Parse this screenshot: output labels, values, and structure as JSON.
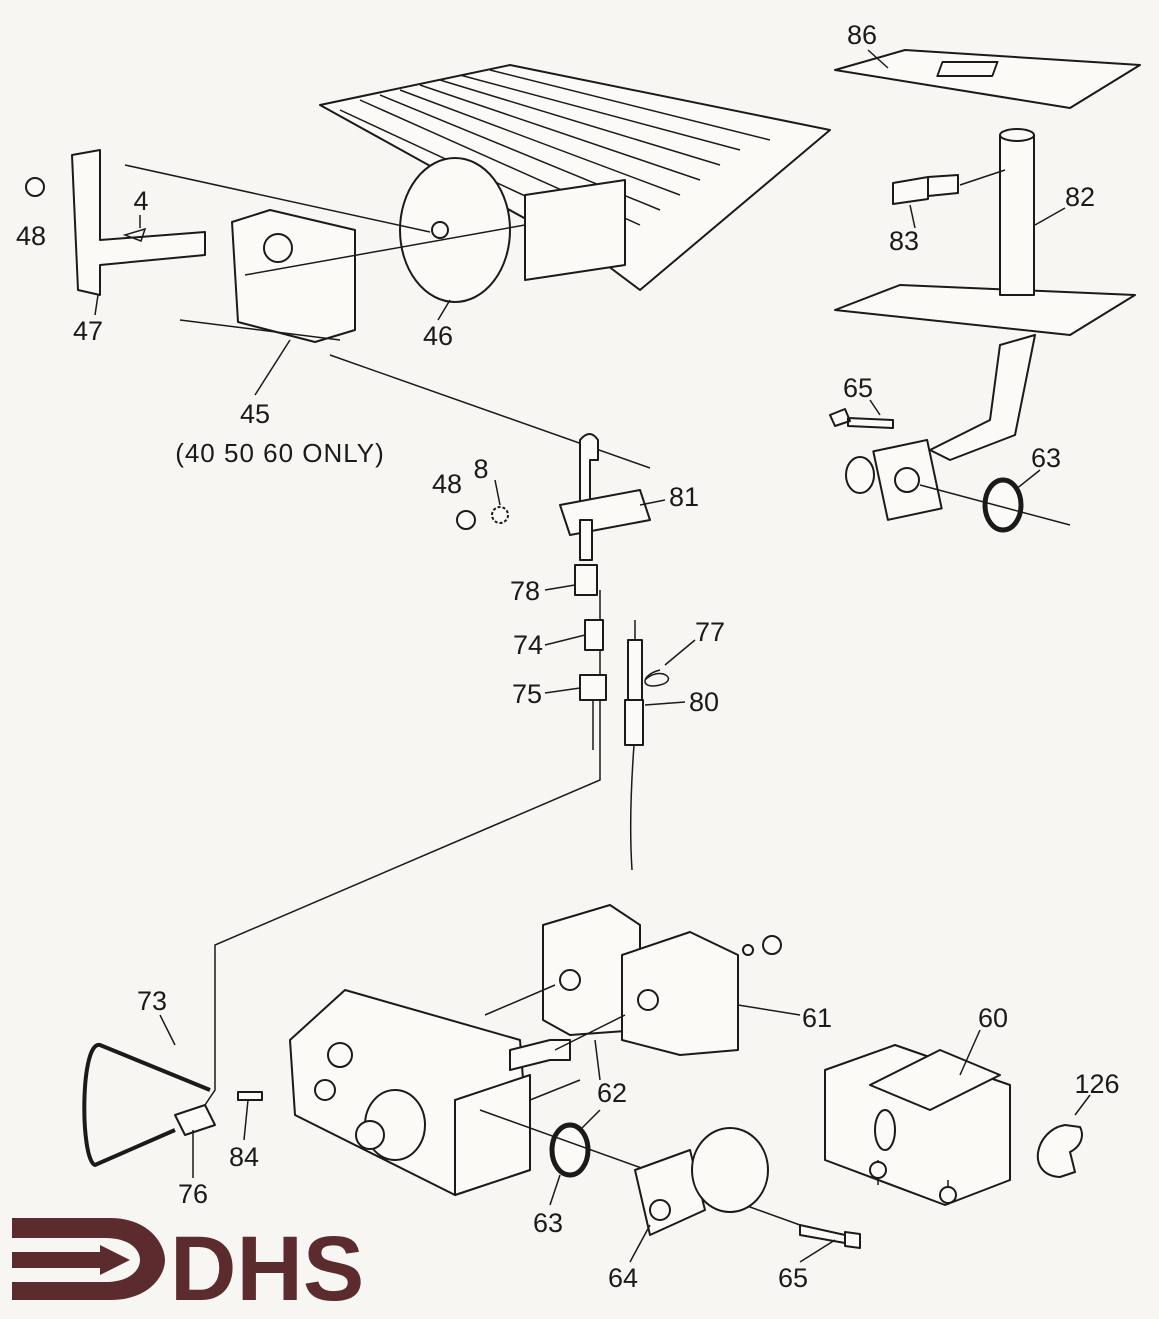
{
  "diagram": {
    "title": "Exploded parts diagram",
    "note": "(40 50 60 ONLY)",
    "labels": {
      "p86": "86",
      "p82": "82",
      "p83": "83",
      "p48a": "48",
      "p4": "4",
      "p47": "47",
      "p46": "46",
      "p45": "45",
      "p65a": "65",
      "p63a": "63",
      "p48b": "48",
      "p8": "8",
      "p81": "81",
      "p78": "78",
      "p74": "74",
      "p77": "77",
      "p75": "75",
      "p80": "80",
      "p73": "73",
      "p61": "61",
      "p60": "60",
      "p126": "126",
      "p62": "62",
      "p84": "84",
      "p76": "76",
      "p63b": "63",
      "p64": "64",
      "p65b": "65"
    }
  },
  "logo": {
    "text": "DHS",
    "color": "#5b2b2e"
  }
}
